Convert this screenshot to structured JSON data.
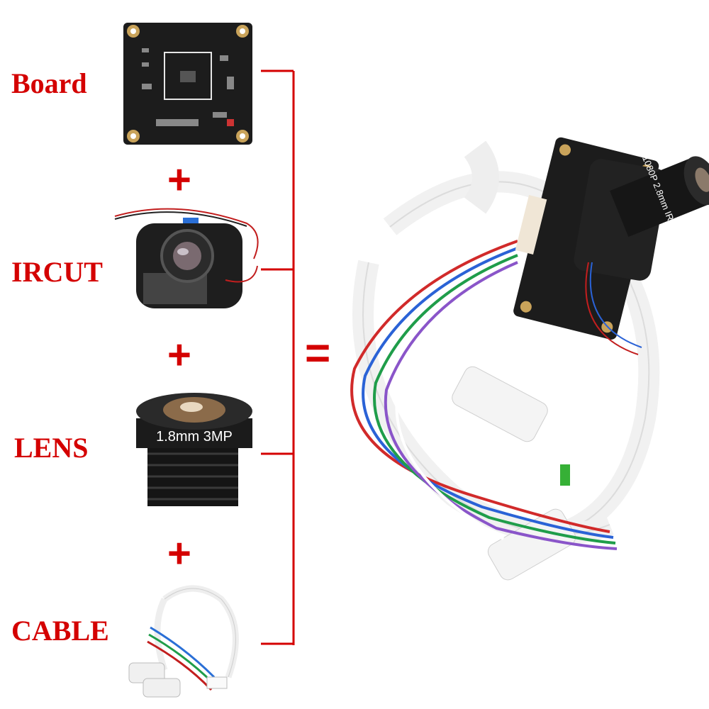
{
  "components": [
    {
      "label": "Board"
    },
    {
      "label": "IRCUT"
    },
    {
      "label": "LENS"
    },
    {
      "label": "CABLE"
    }
  ],
  "plus_sign": "+",
  "equals_sign": "=",
  "lens_marking": "1.8mm 3MP",
  "assembled_lens_marking": "1080P 2.8mm IR",
  "colors": {
    "accent_red": "#d40000",
    "pcb_black": "#1c1c1c",
    "cable_white": "#f2f2f2"
  }
}
